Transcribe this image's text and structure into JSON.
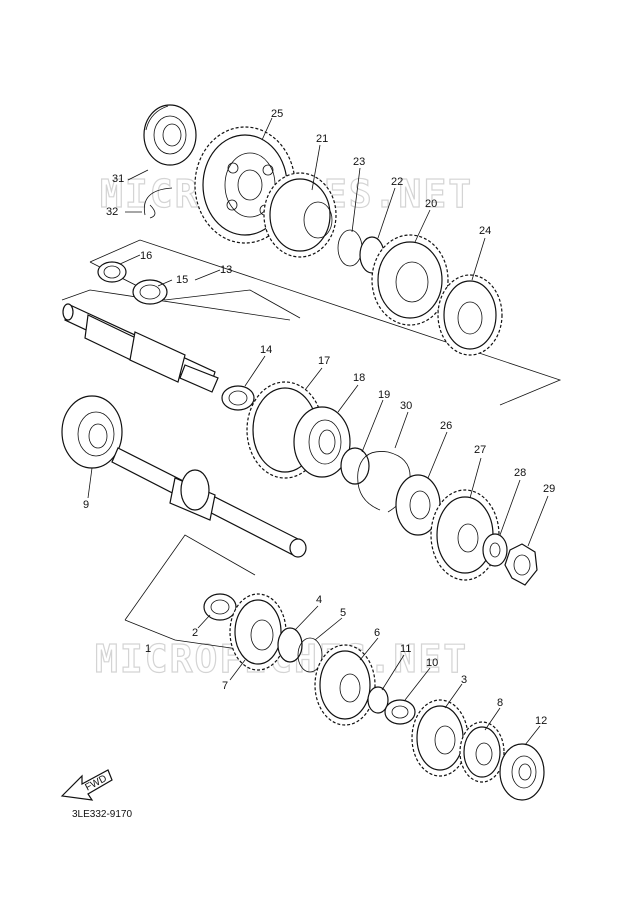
{
  "watermark": "MICROFICHES.NET",
  "diagram_code": "3LE332-9170",
  "fwd_label": "FWD",
  "callouts": [
    "1",
    "2",
    "3",
    "4",
    "5",
    "6",
    "7",
    "8",
    "9",
    "10",
    "11",
    "12",
    "13",
    "14",
    "15",
    "16",
    "17",
    "18",
    "19",
    "20",
    "21",
    "22",
    "23",
    "24",
    "25",
    "26",
    "27",
    "28",
    "29",
    "30",
    "31",
    "32"
  ]
}
